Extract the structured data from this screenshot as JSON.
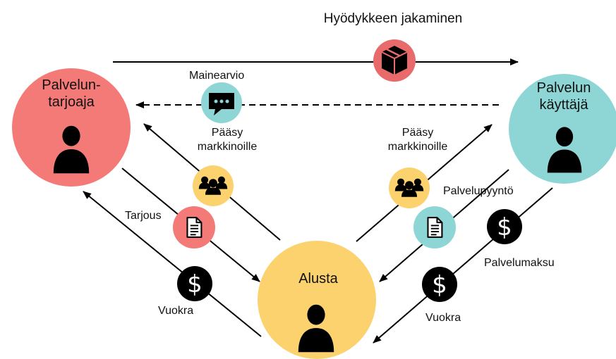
{
  "title": "Hyödykkeen jakaminen",
  "nodes": {
    "provider": {
      "line1": "Palvelun-",
      "line2": "tarjoaja",
      "color": "#f47a77"
    },
    "user": {
      "line1": "Palvelun",
      "line2": "käyttäjä",
      "color": "#8ed6d6"
    },
    "platform": {
      "label": "Alusta",
      "color": "#fcd26f"
    }
  },
  "labels": {
    "mainearvio": "Mainearvio",
    "paasy_left_1": "Pääsy",
    "paasy_left_2": "markkinoille",
    "paasy_right_1": "Pääsy",
    "paasy_right_2": "markkinoille",
    "tarjous": "Tarjous",
    "palvelupyynto": "Palvelupyyntö",
    "palvelumaksu": "Palvelumaksu",
    "vuokra_left": "Vuokra",
    "vuokra_right": "Vuokra"
  },
  "icons": {
    "box": {
      "name": "box-icon",
      "color": "#e86a6a"
    },
    "chat": {
      "name": "chat-icon",
      "color": "#8ed6d6"
    },
    "group_left": {
      "name": "group-icon",
      "color": "#fcd26f"
    },
    "group_right": {
      "name": "group-icon",
      "color": "#fcd26f"
    },
    "doc_left": {
      "name": "document-icon",
      "color": "#f47a77"
    },
    "doc_right": {
      "name": "document-icon",
      "color": "#8ed6d6"
    },
    "dollar": {
      "name": "dollar-icon",
      "color": "#000000"
    }
  }
}
